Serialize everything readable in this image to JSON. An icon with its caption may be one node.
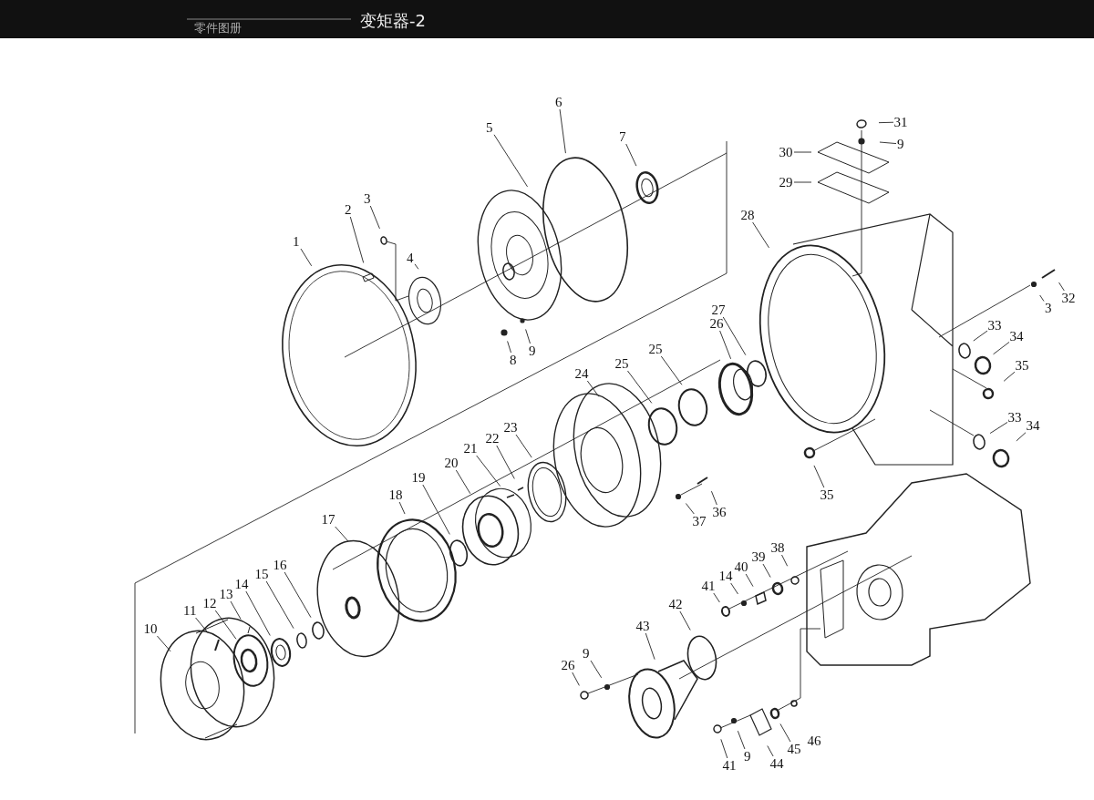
{
  "diagram": {
    "title": "变矩器-2",
    "labels": [
      "零件图册"
    ],
    "nodes": [
      {
        "text": [
          "1"
        ]
      },
      {
        "text": [
          "2"
        ]
      },
      {
        "text": [
          "3"
        ]
      },
      {
        "text": [
          "4"
        ]
      },
      {
        "text": [
          "5"
        ]
      },
      {
        "text": [
          "6"
        ]
      },
      {
        "text": [
          "7"
        ]
      },
      {
        "text": [
          "8"
        ]
      },
      {
        "text": [
          "9"
        ]
      },
      {
        "text": [
          "10"
        ]
      },
      {
        "text": [
          "11"
        ]
      },
      {
        "text": [
          "12"
        ]
      },
      {
        "text": [
          "13"
        ]
      },
      {
        "text": [
          "14"
        ]
      },
      {
        "text": [
          "15"
        ]
      },
      {
        "text": [
          "16"
        ]
      },
      {
        "text": [
          "17"
        ]
      },
      {
        "text": [
          "18"
        ]
      },
      {
        "text": [
          "19"
        ]
      },
      {
        "text": [
          "20"
        ]
      },
      {
        "text": [
          "21"
        ]
      },
      {
        "text": [
          "22"
        ]
      },
      {
        "text": [
          "23"
        ]
      },
      {
        "text": [
          "24"
        ]
      },
      {
        "text": [
          "25"
        ]
      },
      {
        "text": [
          "25"
        ]
      },
      {
        "text": [
          "26"
        ]
      },
      {
        "text": [
          "27"
        ]
      },
      {
        "text": [
          "28"
        ]
      },
      {
        "text": [
          "29"
        ]
      },
      {
        "text": [
          "30"
        ]
      },
      {
        "text": [
          "31"
        ]
      },
      {
        "text": [
          "9"
        ]
      },
      {
        "text": [
          "3"
        ]
      },
      {
        "text": [
          "32"
        ]
      },
      {
        "text": [
          "33"
        ]
      },
      {
        "text": [
          "34"
        ]
      },
      {
        "text": [
          "35"
        ]
      },
      {
        "text": [
          "33"
        ]
      },
      {
        "text": [
          "34"
        ]
      },
      {
        "text": [
          "35"
        ]
      },
      {
        "text": [
          "36"
        ]
      },
      {
        "text": [
          "37"
        ]
      },
      {
        "text": [
          "38"
        ]
      },
      {
        "text": [
          "39"
        ]
      },
      {
        "text": [
          "40"
        ]
      },
      {
        "text": [
          "14"
        ]
      },
      {
        "text": [
          "41"
        ]
      },
      {
        "text": [
          "42"
        ]
      },
      {
        "text": [
          "43"
        ]
      },
      {
        "text": [
          "9"
        ]
      },
      {
        "text": [
          "26"
        ]
      },
      {
        "text": [
          "41"
        ]
      },
      {
        "text": [
          "9"
        ]
      },
      {
        "text": [
          "44"
        ]
      },
      {
        "text": [
          "45"
        ]
      },
      {
        "text": [
          "46"
        ]
      }
    ],
    "edges": [
      {
        "from": 0,
        "to": null,
        "arrow": "none"
      },
      {
        "from": 1,
        "to": null,
        "arrow": "none"
      },
      {
        "from": 2,
        "to": null,
        "arrow": "none"
      },
      {
        "from": 3,
        "to": null,
        "arrow": "none"
      },
      {
        "from": 4,
        "to": null,
        "arrow": "none"
      },
      {
        "from": 5,
        "to": null,
        "arrow": "none"
      },
      {
        "from": 6,
        "to": null,
        "arrow": "none"
      },
      {
        "from": 7,
        "to": null,
        "arrow": "none"
      },
      {
        "from": 8,
        "to": null,
        "arrow": "none"
      },
      {
        "from": 9,
        "to": null,
        "arrow": "none"
      },
      {
        "from": 10,
        "to": null,
        "arrow": "none"
      },
      {
        "from": 11,
        "to": null,
        "arrow": "none"
      },
      {
        "from": 12,
        "to": null,
        "arrow": "none"
      },
      {
        "from": 13,
        "to": null,
        "arrow": "none"
      },
      {
        "from": 14,
        "to": null,
        "arrow": "none"
      },
      {
        "from": 15,
        "to": null,
        "arrow": "none"
      },
      {
        "from": 16,
        "to": null,
        "arrow": "none"
      },
      {
        "from": 17,
        "to": null,
        "arrow": "none"
      },
      {
        "from": 18,
        "to": null,
        "arrow": "none"
      },
      {
        "from": 19,
        "to": null,
        "arrow": "none"
      },
      {
        "from": 20,
        "to": null,
        "arrow": "none"
      },
      {
        "from": 21,
        "to": null,
        "arrow": "none"
      },
      {
        "from": 22,
        "to": null,
        "arrow": "none"
      },
      {
        "from": 23,
        "to": null,
        "arrow": "none"
      },
      {
        "from": 24,
        "to": null,
        "arrow": "none"
      },
      {
        "from": 25,
        "to": null,
        "arrow": "none"
      },
      {
        "from": 26,
        "to": null,
        "arrow": "none"
      },
      {
        "from": 27,
        "to": null,
        "arrow": "none"
      },
      {
        "from": 28,
        "to": null,
        "arrow": "none"
      },
      {
        "from": 29,
        "to": null,
        "arrow": "none"
      },
      {
        "from": 30,
        "to": null,
        "arrow": "none"
      },
      {
        "from": 31,
        "to": null,
        "arrow": "none"
      },
      {
        "from": 32,
        "to": null,
        "arrow": "none"
      },
      {
        "from": 33,
        "to": null,
        "arrow": "none"
      },
      {
        "from": 34,
        "to": null,
        "arrow": "none"
      },
      {
        "from": 35,
        "to": null,
        "arrow": "none"
      },
      {
        "from": 36,
        "to": null,
        "arrow": "none"
      },
      {
        "from": 37,
        "to": null,
        "arrow": "none"
      },
      {
        "from": 38,
        "to": null,
        "arrow": "none"
      },
      {
        "from": 39,
        "to": null,
        "arrow": "none"
      },
      {
        "from": 40,
        "to": null,
        "arrow": "none"
      },
      {
        "from": 41,
        "to": null,
        "arrow": "none"
      },
      {
        "from": 42,
        "to": null,
        "arrow": "none"
      },
      {
        "from": 43,
        "to": null,
        "arrow": "none"
      },
      {
        "from": 44,
        "to": null,
        "arrow": "none"
      },
      {
        "from": 45,
        "to": null,
        "arrow": "none"
      },
      {
        "from": 46,
        "to": null,
        "arrow": "none"
      },
      {
        "from": 47,
        "to": null,
        "arrow": "none"
      },
      {
        "from": 48,
        "to": null,
        "arrow": "none"
      },
      {
        "from": 49,
        "to": null,
        "arrow": "none"
      },
      {
        "from": 50,
        "to": null,
        "arrow": "none"
      },
      {
        "from": 51,
        "to": null,
        "arrow": "none"
      },
      {
        "from": 52,
        "to": null,
        "arrow": "none"
      },
      {
        "from": 53,
        "to": null,
        "arrow": "none"
      },
      {
        "from": 54,
        "to": null,
        "arrow": "none"
      },
      {
        "from": 55,
        "to": null,
        "arrow": "none"
      }
    ]
  }
}
